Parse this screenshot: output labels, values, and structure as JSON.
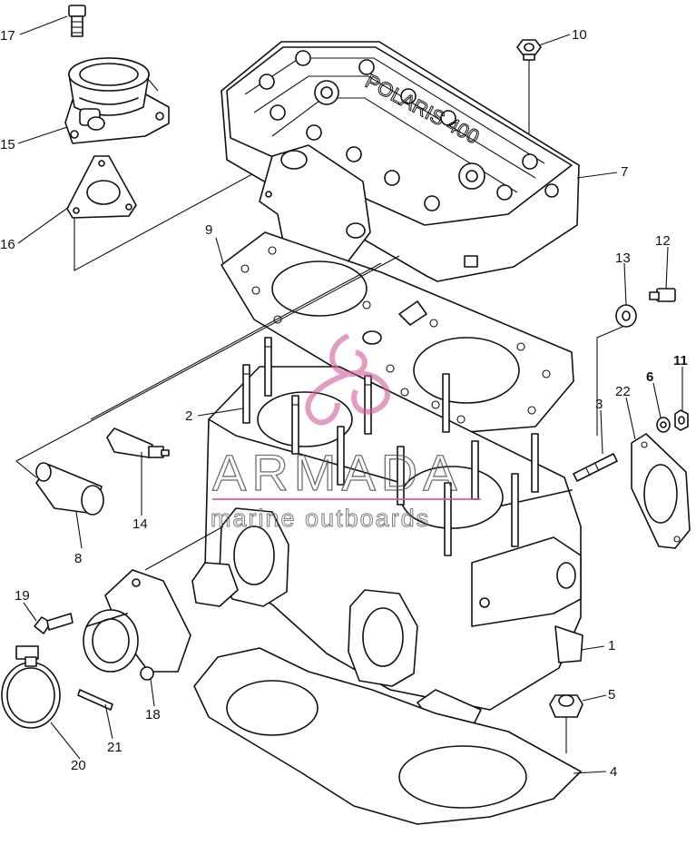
{
  "callouts": [
    {
      "id": "17",
      "label": "17"
    },
    {
      "id": "15",
      "label": "15"
    },
    {
      "id": "16",
      "label": "16"
    },
    {
      "id": "10",
      "label": "10"
    },
    {
      "id": "7",
      "label": "7"
    },
    {
      "id": "9",
      "label": "9"
    },
    {
      "id": "13",
      "label": "13"
    },
    {
      "id": "12",
      "label": "12"
    },
    {
      "id": "2",
      "label": "2"
    },
    {
      "id": "22",
      "label": "22"
    },
    {
      "id": "6",
      "label": "6"
    },
    {
      "id": "11",
      "label": "11"
    },
    {
      "id": "3",
      "label": "3"
    },
    {
      "id": "14",
      "label": "14"
    },
    {
      "id": "8",
      "label": "8"
    },
    {
      "id": "19",
      "label": "19"
    },
    {
      "id": "18",
      "label": "18"
    },
    {
      "id": "1",
      "label": "1"
    },
    {
      "id": "5",
      "label": "5"
    },
    {
      "id": "21",
      "label": "21"
    },
    {
      "id": "20",
      "label": "20"
    },
    {
      "id": "4",
      "label": "4"
    }
  ],
  "cover_lettering": "POLARIS 400",
  "watermark": {
    "title": "ARMADA",
    "subtitle": "marine outboards",
    "accent_color": "#d45a9a",
    "logo_icon": "propeller-logo-icon"
  }
}
